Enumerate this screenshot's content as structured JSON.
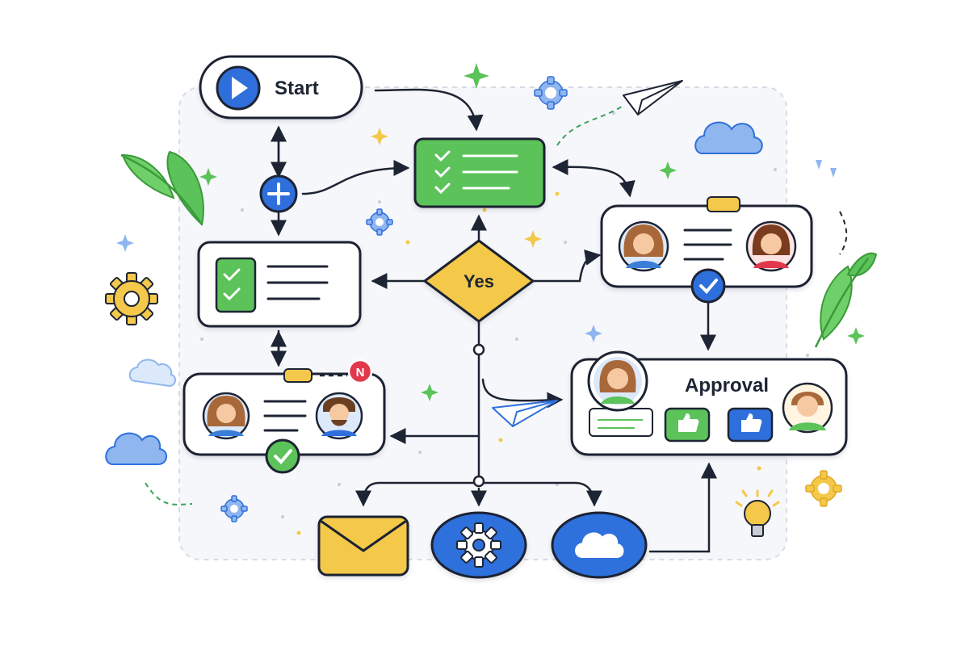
{
  "nodes": {
    "start": {
      "label": "Start"
    },
    "decision": {
      "label": "Yes"
    },
    "approval": {
      "label": "Approval"
    },
    "notification_badge": {
      "label": "N"
    }
  },
  "icons": [
    "play-icon",
    "plus-icon",
    "checklist-icon",
    "check-icon",
    "thumbs-up-icon",
    "envelope-icon",
    "gear-icon",
    "cloud-icon",
    "paper-plane-icon",
    "leaf-icon",
    "lightbulb-icon",
    "sparkle-icon",
    "avatar-icon"
  ],
  "colors": {
    "outline": "#1d2433",
    "green": "#5cc25a",
    "blue": "#2f6fdc",
    "yellow": "#f4c84a",
    "light_blue": "#8fb6ef",
    "red_badge": "#e2384b"
  }
}
